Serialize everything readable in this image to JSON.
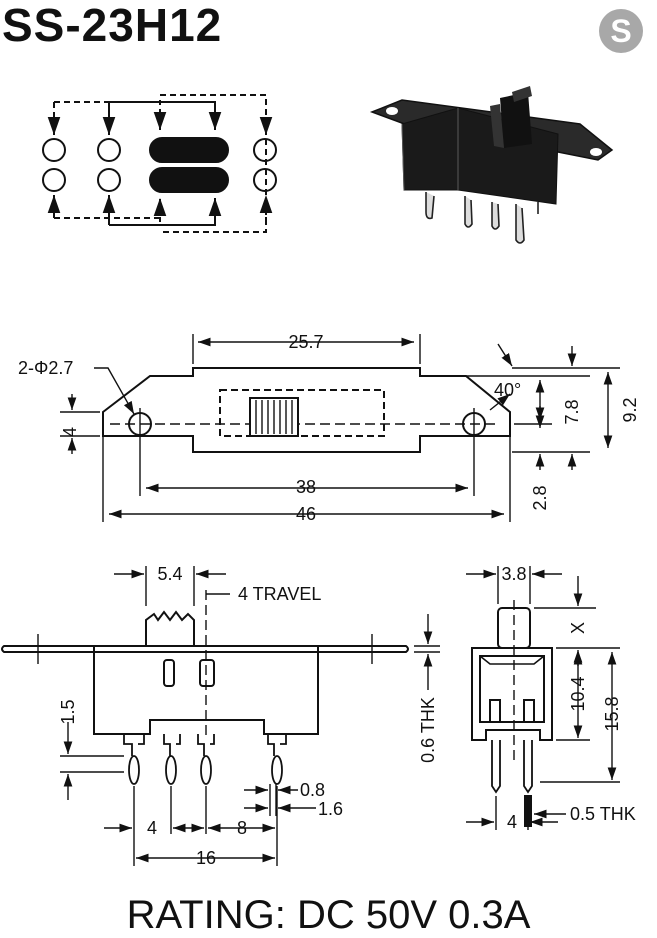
{
  "header": {
    "model": "SS-23H12",
    "logo_letter": "S",
    "logo_color": "#a8a8a8"
  },
  "top_view": {
    "dim_overall_length": "25.7",
    "dim_hole_spacing": "38",
    "dim_total_length": "46",
    "dim_hole_label": "2-Φ2.7",
    "dim_left_height": "4",
    "dim_angle": "40°",
    "dim_height_a": "7.8",
    "dim_height_b": "9.2",
    "dim_bottom_offset": "2.8"
  },
  "side_view": {
    "dim_knob_width": "5.4",
    "travel_label": "4 TRAVEL",
    "dim_pin_height": "1.5",
    "dim_pin_width": "0.8",
    "dim_pin_pitch_small": "1.6",
    "dim_pitch_a": "4",
    "dim_pitch_b": "8",
    "dim_pitch_total": "16",
    "dim_thk": "0.6 THK"
  },
  "end_view": {
    "dim_knob": "3.8",
    "dim_x": "X",
    "dim_body": "10.4",
    "dim_total": "15.8",
    "dim_pin_pitch": "4",
    "dim_pin_thk": "0.5 THK"
  },
  "footer": {
    "rating": "RATING: DC 50V 0.3A"
  }
}
